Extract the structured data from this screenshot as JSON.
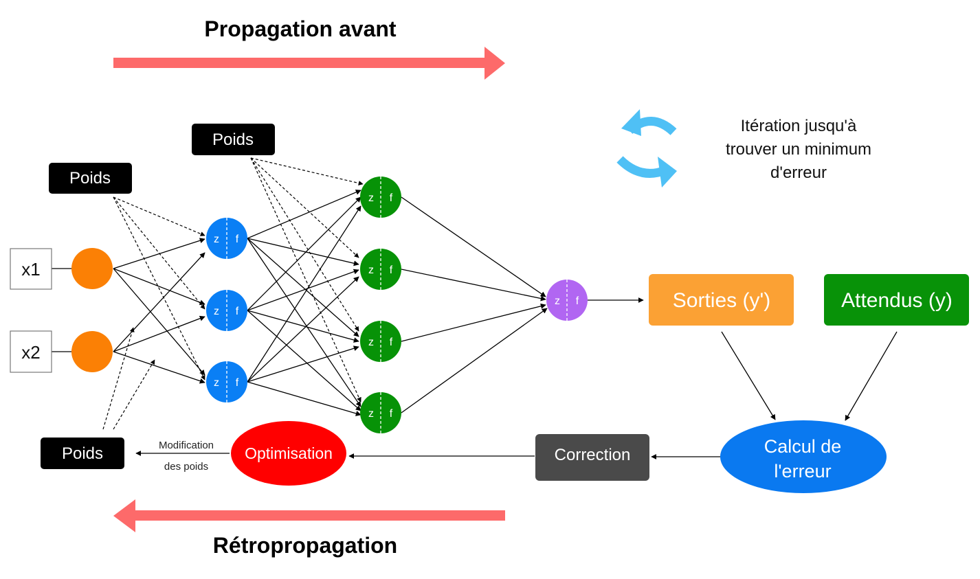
{
  "titles": {
    "forward": "Propagation avant",
    "backward": "Rétropropagation"
  },
  "iteration": {
    "line1": "Itération jusqu'à",
    "line2": "trouver un minimum",
    "line3": "d'erreur",
    "icon": "refresh-cycle-icon"
  },
  "inputs": {
    "x1": "x1",
    "x2": "x2"
  },
  "weights": {
    "label": "Poids"
  },
  "neuron": {
    "z": "z",
    "f": "f"
  },
  "outputs": {
    "sorties": "Sorties (y')",
    "attendus": "Attendus (y)",
    "calcul_line1": "Calcul de",
    "calcul_line2": "l'erreur",
    "correction": "Correction",
    "optimisation": "Optimisation",
    "modif_line1": "Modification",
    "modif_line2": "des poids"
  },
  "colors": {
    "input_neuron": "#fb8005",
    "hidden1": "#0a7ff5",
    "hidden2": "#079207",
    "output_neuron": "#b166f2",
    "sorties": "#fba134",
    "attendus": "#089208",
    "calcul": "#0a79f0",
    "correction": "#4a4a4a",
    "optimisation": "#ff0000",
    "big_arrow": "#fd6a6a",
    "cycle": "#4fc0f5"
  }
}
